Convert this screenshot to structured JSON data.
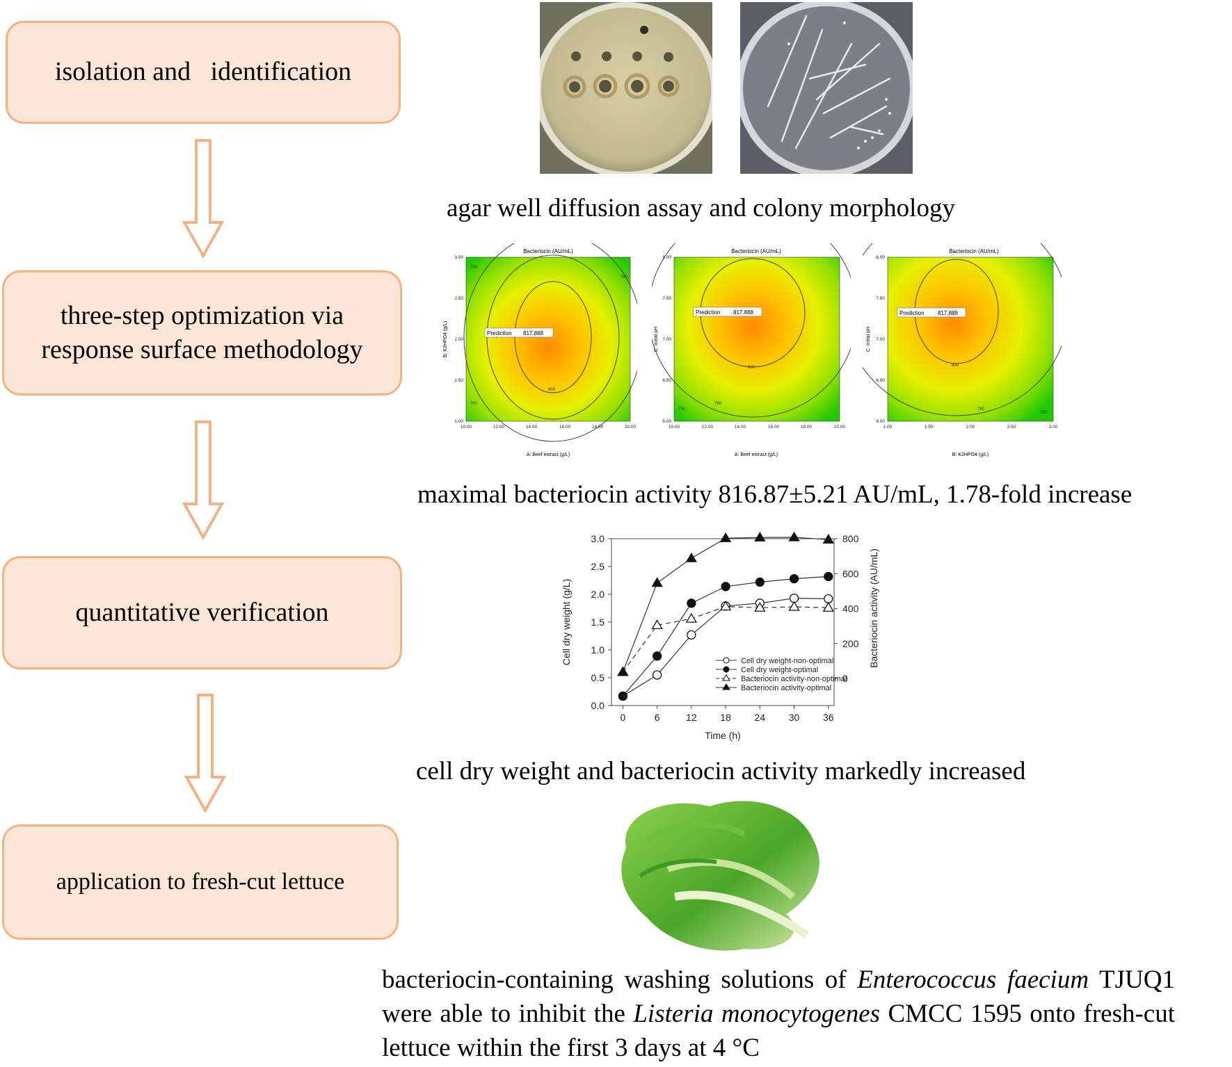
{
  "steps": [
    {
      "label": "isolation and   identification"
    },
    {
      "label": "three-step optimization via response surface methodology"
    },
    {
      "label": "quantitative verification"
    },
    {
      "label": "application to fresh-cut lettuce"
    }
  ],
  "captions": {
    "agar": "agar well diffusion assay and colony morphology",
    "rsm": "maximal bacteriocin activity 816.87±5.21 AU/mL, 1.78-fold increase",
    "growth": "cell dry weight and bacteriocin activity markedly increased"
  },
  "final_text": {
    "p1": "bacteriocin-containing washing solutions of ",
    "species1": "Enterococcus faecium",
    "p2": " TJUQ1 were able to inhibit the ",
    "species2": "Listeria monocytogenes",
    "p3": " CMCC 1595 onto fresh-cut lettuce within the first 3 days at 4 °C"
  },
  "contour_plots": [
    {
      "title": "Bacteriocin (AU/mL)",
      "xlabel": "A: Beef extract (g/L)",
      "ylabel": "B: K2HPO4 (g/L)",
      "xticks": [
        "10.00",
        "12.00",
        "14.00",
        "16.00",
        "18.00",
        "20.00"
      ],
      "yticks": [
        "1.00",
        "1.50",
        "2.00",
        "2.50",
        "3.00"
      ],
      "prediction_label": "Prediction",
      "prediction_value": "817.888",
      "contour_labels": [
        "750",
        "760",
        "780",
        "800"
      ]
    },
    {
      "title": "Bacteriocin (AU/mL)",
      "xlabel": "A: Beef extract (g/L)",
      "ylabel": "C: Initial pH",
      "xticks": [
        "10.00",
        "12.00",
        "14.00",
        "16.00",
        "18.00",
        "20.00"
      ],
      "yticks": [
        "6.00",
        "6.50",
        "7.00",
        "7.50",
        "8.00"
      ],
      "prediction_label": "Prediction",
      "prediction_value": "817.888",
      "contour_labels": [
        "750",
        "780",
        "800"
      ]
    },
    {
      "title": "Bacteriocin (AU/mL)",
      "xlabel": "B: K2HPO4 (g/L)",
      "ylabel": "C: Initial pH",
      "xticks": [
        "1.00",
        "1.50",
        "2.00",
        "2.50",
        "3.00"
      ],
      "yticks": [
        "6.00",
        "6.50",
        "7.00",
        "7.50",
        "8.00"
      ],
      "prediction_label": "Prediction",
      "prediction_value": "817.888",
      "contour_labels": [
        "750",
        "780",
        "800"
      ]
    }
  ],
  "chart_data": {
    "type": "line",
    "x": [
      0,
      6,
      12,
      18,
      24,
      30,
      36
    ],
    "xlabel": "Time (h)",
    "ylabel": "Cell dry weight (g/L)",
    "y2label": "Bacteriocin activity (AU/mL)",
    "ylim": [
      0,
      3.0
    ],
    "y2lim": [
      -155,
      800
    ],
    "yticks": [
      "0.0",
      "0.5",
      "1.0",
      "1.5",
      "2.0",
      "2.5",
      "3.0"
    ],
    "y2ticks": [
      "0",
      "200",
      "400",
      "600",
      "800"
    ],
    "xticks": [
      "0",
      "6",
      "12",
      "18",
      "24",
      "30",
      "36"
    ],
    "legend_position": "bottom-right",
    "series": [
      {
        "name": "Cell dry weight-non-optimal",
        "axis": "left",
        "marker": "open-circle",
        "line": "solid",
        "values": [
          0.17,
          0.55,
          1.27,
          1.79,
          1.84,
          1.93,
          1.92
        ]
      },
      {
        "name": "Cell dry weight-optimal",
        "axis": "left",
        "marker": "filled-circle",
        "line": "solid",
        "values": [
          0.17,
          0.89,
          1.84,
          2.14,
          2.22,
          2.28,
          2.32
        ]
      },
      {
        "name": "Bacteriocin activity-non-optimal",
        "axis": "right",
        "marker": "open-triangle",
        "line": "dashed",
        "values": [
          37,
          305,
          342,
          412,
          405,
          410,
          405
        ]
      },
      {
        "name": "Bacteriocin activity-optimal",
        "axis": "right",
        "marker": "filled-triangle",
        "line": "solid",
        "values": [
          37,
          547,
          688,
          803,
          807,
          808,
          795
        ]
      }
    ]
  }
}
